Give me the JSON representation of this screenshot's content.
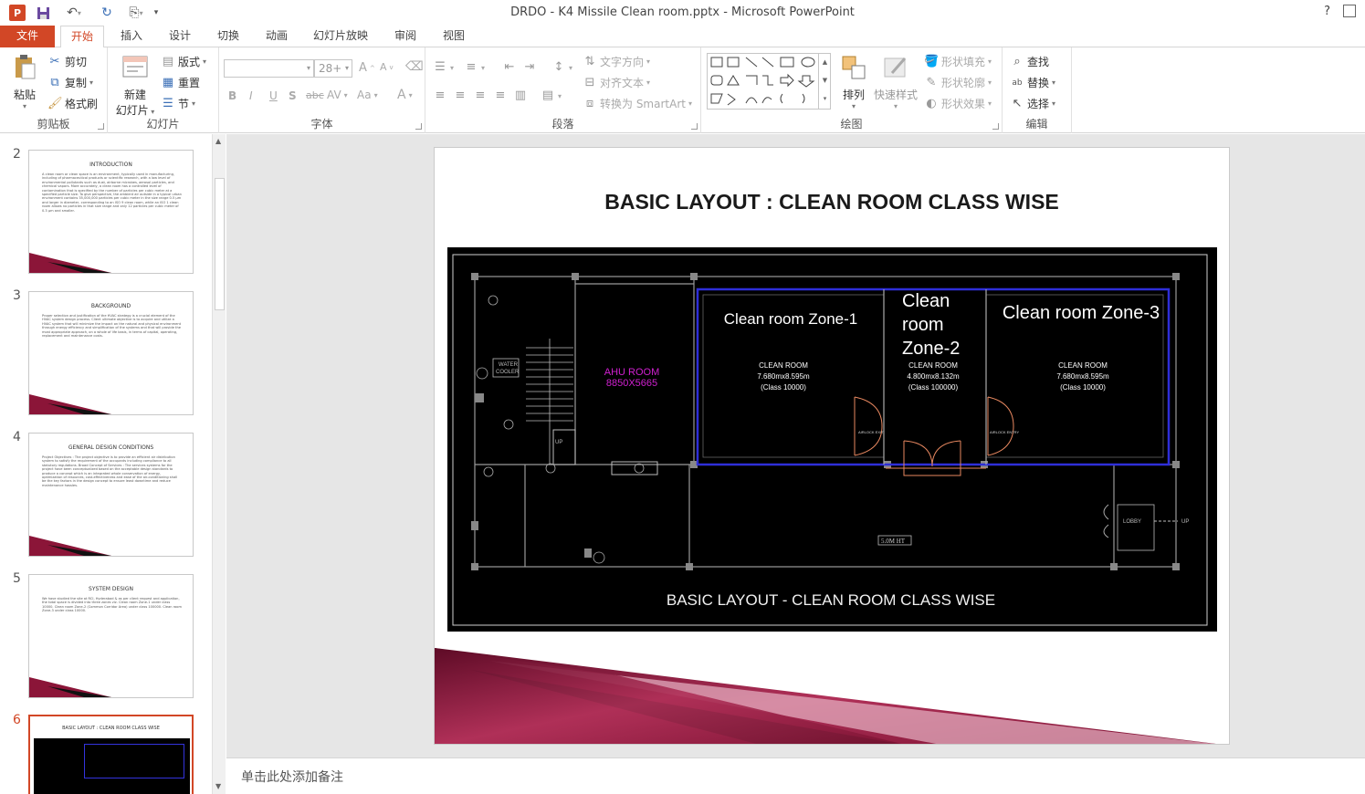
{
  "app": {
    "window_title": "DRDO - K4 Missile Clean room.pptx - Microsoft PowerPoint",
    "logo_letter": "P",
    "help": "?"
  },
  "tabs": [
    {
      "label": "文件"
    },
    {
      "label": "开始"
    },
    {
      "label": "插入"
    },
    {
      "label": "设计"
    },
    {
      "label": "切换"
    },
    {
      "label": "动画"
    },
    {
      "label": "幻灯片放映"
    },
    {
      "label": "审阅"
    },
    {
      "label": "视图"
    }
  ],
  "ribbon": {
    "clipboard": {
      "label": "剪贴板",
      "paste": "粘贴",
      "cut": "剪切",
      "copy": "复制",
      "format_painter": "格式刷"
    },
    "slides": {
      "label": "幻灯片",
      "new_slide_line1": "新建",
      "new_slide_line2": "幻灯片",
      "layout": "版式",
      "reset": "重置",
      "section": "节"
    },
    "font": {
      "label": "字体",
      "font_name": "",
      "font_size": "28+",
      "bold": "B",
      "italic": "I",
      "underline": "U",
      "shadow": "S",
      "strike": "abc",
      "spacing": "AV",
      "case": "Aa",
      "color": "A"
    },
    "paragraph": {
      "label": "段落",
      "text_direction": "文字方向",
      "align_text": "对齐文本",
      "smartart": "转换为 SmartArt"
    },
    "drawing": {
      "label": "绘图",
      "arrange": "排列",
      "quick_styles": "快速样式",
      "shape_fill": "形状填充",
      "shape_outline": "形状轮廓",
      "shape_effects": "形状效果"
    },
    "editing": {
      "label": "编辑",
      "find": "查找",
      "replace": "替换",
      "select": "选择"
    }
  },
  "thumbnails": [
    {
      "num": "2",
      "title": "INTRODUCTION",
      "body": "A clean room or clean space is an environment, typically used in manufacturing, including of pharmaceutical products or scientific research, with a low level of environmental pollutants such as dust, airborne microbes, aerosol particles, and chemical vapors. More accurately, a clean room has a controlled level of contamination that is specified by the number of particles per cubic meter at a specified particle size. To give perspective, the ambient air outside in a typical urban environment contains 35,000,000 particles per cubic meter in the size range 0.5 μm and larger in diameter, corresponding to an ISO 9 clean room, while an ISO 1 clean room allows no particles in that size range and only 12 particles per cubic meter of 0.3 μm and smaller."
    },
    {
      "num": "3",
      "title": "BACKGROUND",
      "body": "Proper selection and justification of the HVAC strategy is a crucial element of the HVAC system design process. Client ultimate objective is to acquire and utilize a HVAC system that will minimize the impact on the natural and physical environment through energy efficiency and simplification of the systems and that will provide the most appropriate approach, on a whole of life basis, in terms of capital, operating, replacement and maintenance costs."
    },
    {
      "num": "4",
      "title": "GENERAL DESIGN CONDITIONS",
      "body": "Project Objectives : The project objective is to provide an efficient air distribution system to satisfy the requirement of the occupants including compliance to all statutory regulations. Broad Concept of Services : The services systems for the project have been conceptualized based on the acceptable design standards to produce a concept which is an integrated whole conservation of energy, optimization of resources, cost-effectiveness and ease of the air-conditioning shall be the key factors in the design concept to ensure least downtime and reduce maintenance hassles."
    },
    {
      "num": "5",
      "title": "SYSTEM DESIGN",
      "body": "We have studied the site at RCI, Hyderabad & as per client request and application, the total space is divided into three zones viz. Clean room Zone-1 under class 10000. Clean room Zone-2 (Common Corridor Area) under class 100000. Clean room Zone-3 under class 10000."
    },
    {
      "num": "6",
      "title": "BASIC LAYOUT : CLEAN ROOM CLASS WISE",
      "body": ""
    }
  ],
  "slide": {
    "title": "BASIC LAYOUT : CLEAN ROOM CLASS WISE",
    "zone1_label": "Clean room Zone-1",
    "zone2_line1": "Clean",
    "zone2_line2": "room",
    "zone2_line3": "Zone-2",
    "zone3_label": "Clean room Zone-3",
    "zone1_spec": [
      "CLEAN ROOM",
      "7.680mx8.595m",
      "(Class 10000)"
    ],
    "zone2_spec": [
      "CLEAN ROOM",
      "4.800mx8.132m",
      "(Class 100000)"
    ],
    "zone3_spec": [
      "CLEAN ROOM",
      "7.680mx8.595m",
      "(Class 10000)"
    ],
    "ahu_line1": "AHU  ROOM",
    "ahu_line2": "8850X5665",
    "water_cooler_line1": "WATER",
    "water_cooler_line2": "COOLER",
    "up": "UP",
    "lobby": "LOBBY",
    "ht": "5.0M HT",
    "drawing_caption": "BASIC LAYOUT - CLEAN ROOM CLASS WISE",
    "airlock_entry": "AIRLOCK ENTRY",
    "airlock_exit": "AIRLOCK EXIT"
  },
  "notes": {
    "placeholder": "单击此处添加备注"
  },
  "colors": {
    "accent": "#d24726",
    "zone_border": "#2e2ed8",
    "ahu_text": "#d020d0",
    "swoosh": "#8b1538"
  }
}
